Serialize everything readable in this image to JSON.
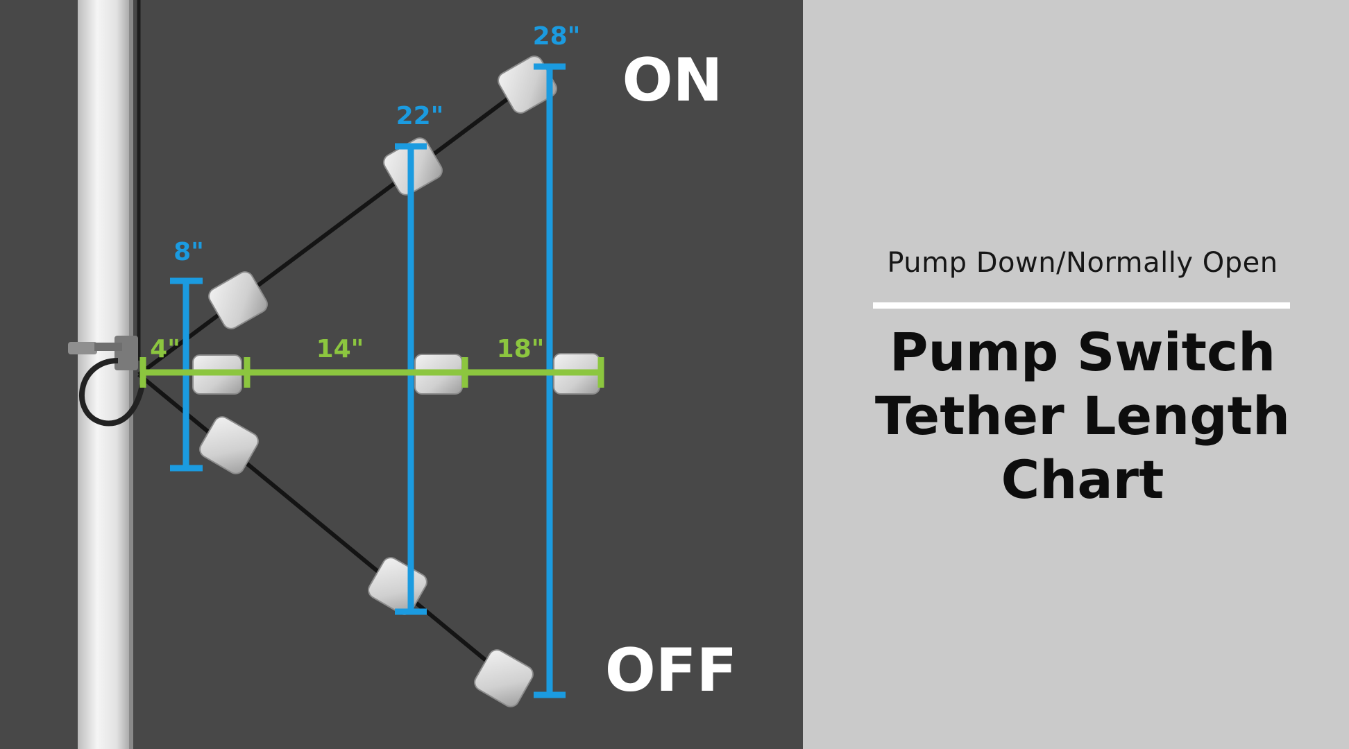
{
  "subtitle": "Pump Down/Normally Open",
  "title": [
    "Pump Switch",
    "Tether Length",
    "Chart"
  ],
  "states": {
    "on": "ON",
    "off": "OFF"
  },
  "vertical_measurements": [
    "8\"",
    "22\"",
    "28\""
  ],
  "horizontal_measurements": [
    "4\"",
    "14\"",
    "18\""
  ],
  "colors": {
    "background_dark": "#484848",
    "background_light": "#cacaca",
    "vertical_measure": "#1b9be0",
    "horizontal_measure": "#8cc63f",
    "state_text": "#ffffff",
    "float": "#dcdcdc"
  }
}
